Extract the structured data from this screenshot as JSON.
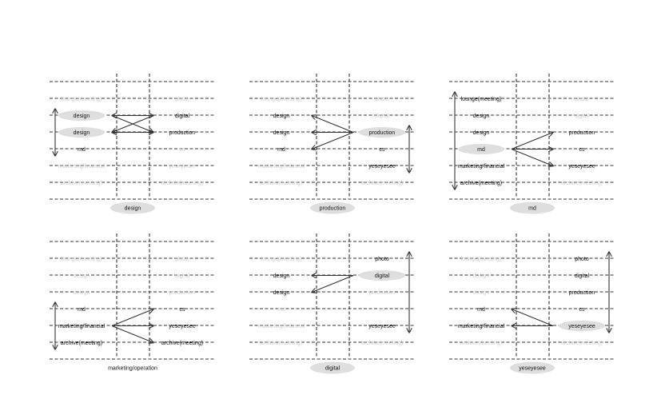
{
  "colors": {
    "background": "#ffffff",
    "line": "#333333",
    "highlight": "#dedede",
    "text": "#111111",
    "faded_text": "#d0d0d0"
  },
  "panels": [
    {
      "caption": "design",
      "caption_style": "oval",
      "left": [
        "lounge(meeting)",
        "design",
        "design",
        "md",
        "marketing/financial",
        "archive(meeting)"
      ],
      "right": [
        "photo",
        "digital",
        "production",
        "cs",
        "yeseyesee",
        "archive(meeting)"
      ],
      "left_active": [
        1,
        2,
        3
      ],
      "right_active": [
        1,
        2
      ],
      "left_oval": [
        1,
        2
      ],
      "right_oval": [],
      "arrows": [
        {
          "from_side": "right",
          "from": 1,
          "to_side": "left",
          "to": 1
        },
        {
          "from_side": "right",
          "from": 1,
          "to_side": "left",
          "to": 2
        },
        {
          "from_side": "left",
          "from": 1,
          "to_side": "right",
          "to": 1
        },
        {
          "from_side": "left",
          "from": 1,
          "to_side": "right",
          "to": 2
        },
        {
          "from_side": "right",
          "from": 2,
          "to_side": "left",
          "to": 2
        },
        {
          "from_side": "left",
          "from": 2,
          "to_side": "right",
          "to": 2
        }
      ],
      "bracket": {
        "side": "left",
        "from": 1,
        "to": 3
      }
    },
    {
      "caption": "production",
      "caption_style": "oval",
      "left": [
        "lounge(meeting)",
        "design",
        "design",
        "md",
        "marketing/financial",
        "archive(meeting)"
      ],
      "right": [
        "photo",
        "digital",
        "production",
        "cs",
        "yeseyesee",
        "archive(meeting)"
      ],
      "left_active": [
        1,
        2,
        3
      ],
      "right_active": [
        2,
        3,
        4
      ],
      "left_oval": [],
      "right_oval": [
        2
      ],
      "arrows": [
        {
          "from_side": "right",
          "from": 2,
          "to_side": "left",
          "to": 1
        },
        {
          "from_side": "right",
          "from": 2,
          "to_side": "left",
          "to": 2
        },
        {
          "from_side": "right",
          "from": 2,
          "to_side": "left",
          "to": 3
        }
      ],
      "bracket": {
        "side": "right",
        "from": 2,
        "to": 4
      }
    },
    {
      "caption": "md",
      "caption_style": "oval",
      "left": [
        "lounge(meeting)",
        "design",
        "design",
        "md",
        "marketing/financial",
        "archive(meeting)"
      ],
      "right": [
        "photo",
        "digital",
        "production",
        "cs",
        "yeseyesee",
        "archive(meeting)"
      ],
      "left_active": [
        0,
        1,
        2,
        3,
        4,
        5
      ],
      "right_active": [
        2,
        3,
        4
      ],
      "left_oval": [
        3
      ],
      "right_oval": [],
      "arrows": [
        {
          "from_side": "left",
          "from": 3,
          "to_side": "right",
          "to": 2
        },
        {
          "from_side": "left",
          "from": 3,
          "to_side": "right",
          "to": 3
        },
        {
          "from_side": "left",
          "from": 3,
          "to_side": "right",
          "to": 4
        }
      ],
      "bracket": {
        "side": "left",
        "from": 0,
        "to": 5
      }
    },
    {
      "caption": "marketing/operation",
      "caption_style": "plain",
      "left": [
        "lounge(meeting)",
        "design",
        "design",
        "md",
        "marketing/financial",
        "archive(meeting)"
      ],
      "right": [
        "photo",
        "digital",
        "production",
        "cs",
        "yeseyesee",
        "archive(meeting)"
      ],
      "left_active": [
        3,
        4,
        5
      ],
      "right_active": [
        3,
        4,
        5
      ],
      "left_oval": [],
      "right_oval": [],
      "arrows": [
        {
          "from_side": "left",
          "from": 4,
          "to_side": "right",
          "to": 3
        },
        {
          "from_side": "left",
          "from": 4,
          "to_side": "right",
          "to": 4
        },
        {
          "from_side": "left",
          "from": 4,
          "to_side": "right",
          "to": 5
        }
      ],
      "bracket": {
        "side": "left",
        "from": 3,
        "to": 5
      }
    },
    {
      "caption": "digital",
      "caption_style": "oval",
      "left": [
        "lounge(meeting)",
        "design",
        "design",
        "md",
        "marketing/financial",
        "archive(meeting)"
      ],
      "right": [
        "photo",
        "digital",
        "production",
        "cs",
        "yeseyesee",
        "archive(meeting)"
      ],
      "left_active": [
        1,
        2
      ],
      "right_active": [
        0,
        1,
        4
      ],
      "left_oval": [],
      "right_oval": [
        1
      ],
      "arrows": [
        {
          "from_side": "right",
          "from": 1,
          "to_side": "left",
          "to": 1
        },
        {
          "from_side": "right",
          "from": 1,
          "to_side": "left",
          "to": 2
        }
      ],
      "bracket": {
        "side": "right",
        "from": 0,
        "to": 4
      }
    },
    {
      "caption": "yeseyesee",
      "caption_style": "oval",
      "left": [
        "lounge(meeting)",
        "design",
        "design",
        "md",
        "marketing/financial",
        "archive(meeting)"
      ],
      "right": [
        "photo",
        "digital",
        "production",
        "cs",
        "yeseyesee",
        "archive(meeting)"
      ],
      "left_active": [
        3,
        4
      ],
      "right_active": [
        0,
        1,
        2,
        3,
        4
      ],
      "left_oval": [],
      "right_oval": [
        4
      ],
      "arrows": [
        {
          "from_side": "right",
          "from": 4,
          "to_side": "left",
          "to": 3
        },
        {
          "from_side": "right",
          "from": 4,
          "to_side": "left",
          "to": 4
        }
      ],
      "bracket": {
        "side": "right",
        "from": 0,
        "to": 4
      }
    }
  ]
}
